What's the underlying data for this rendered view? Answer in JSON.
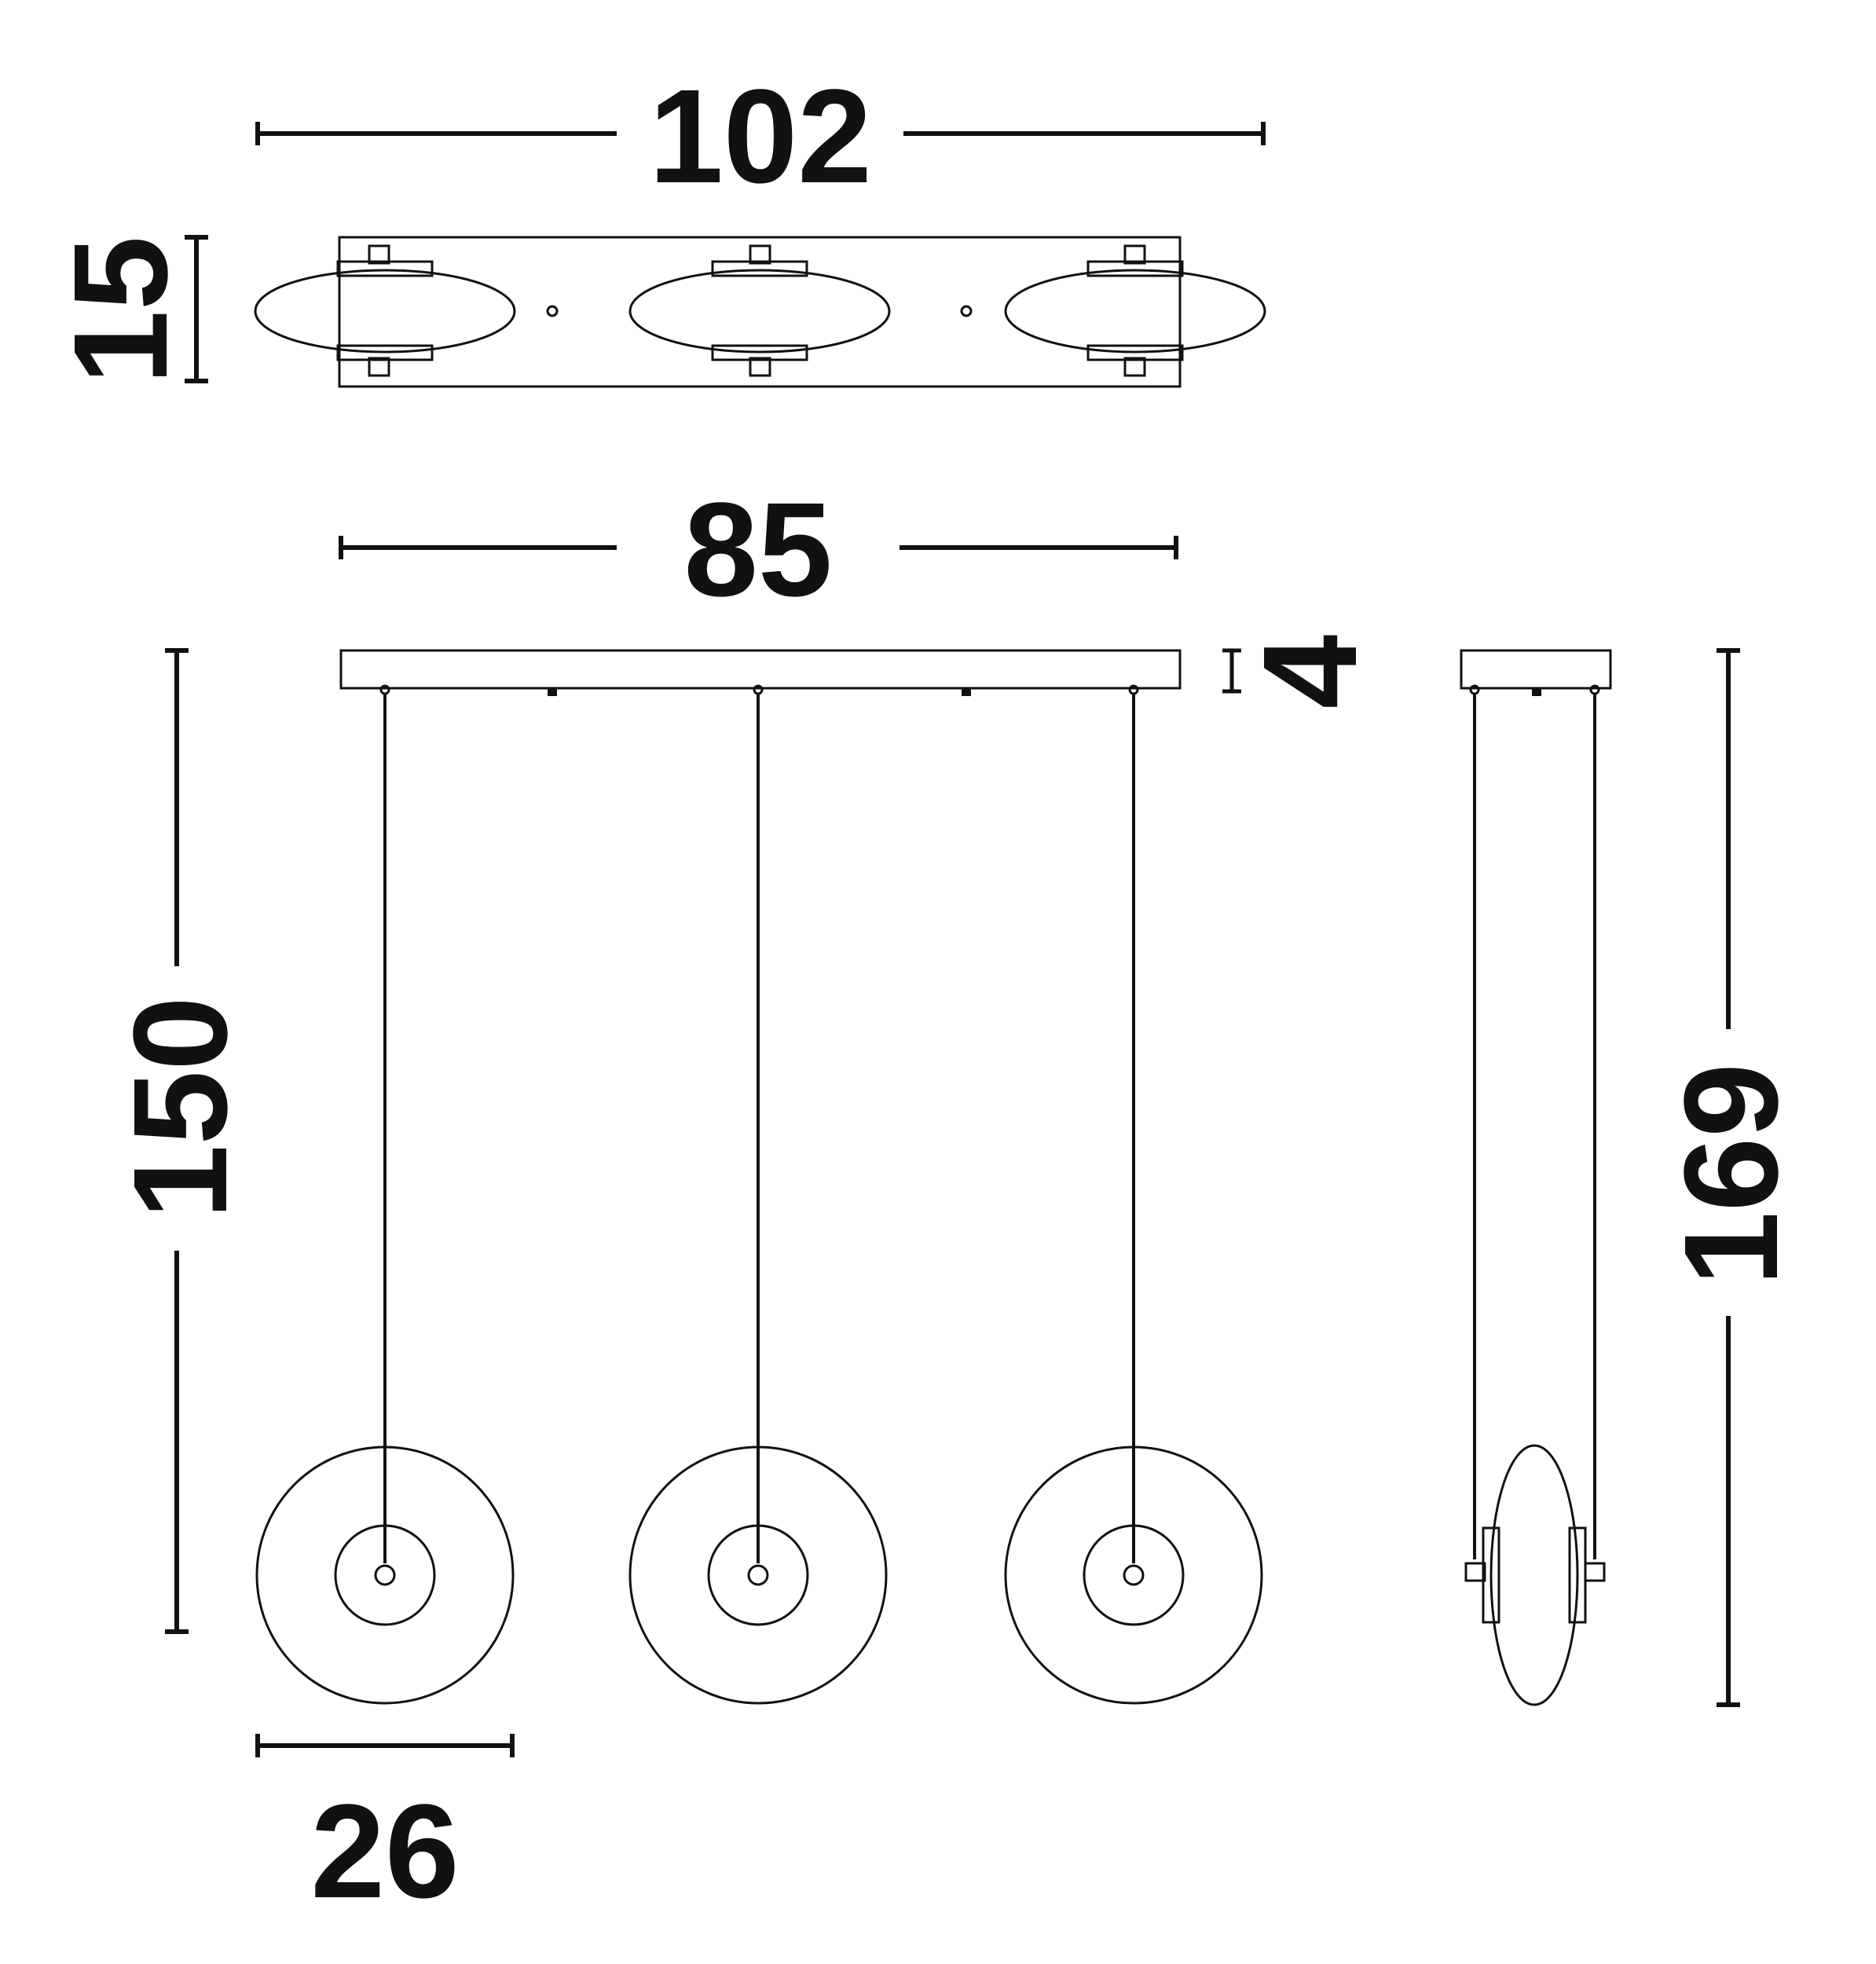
{
  "dimensions": {
    "total_width": "102",
    "top_view_depth": "15",
    "canopy_width": "85",
    "canopy_height": "4",
    "drop_height": "150",
    "total_height": "169",
    "disc_diameter": "26"
  },
  "colors": {
    "line": "#111111",
    "background": "#ffffff"
  }
}
